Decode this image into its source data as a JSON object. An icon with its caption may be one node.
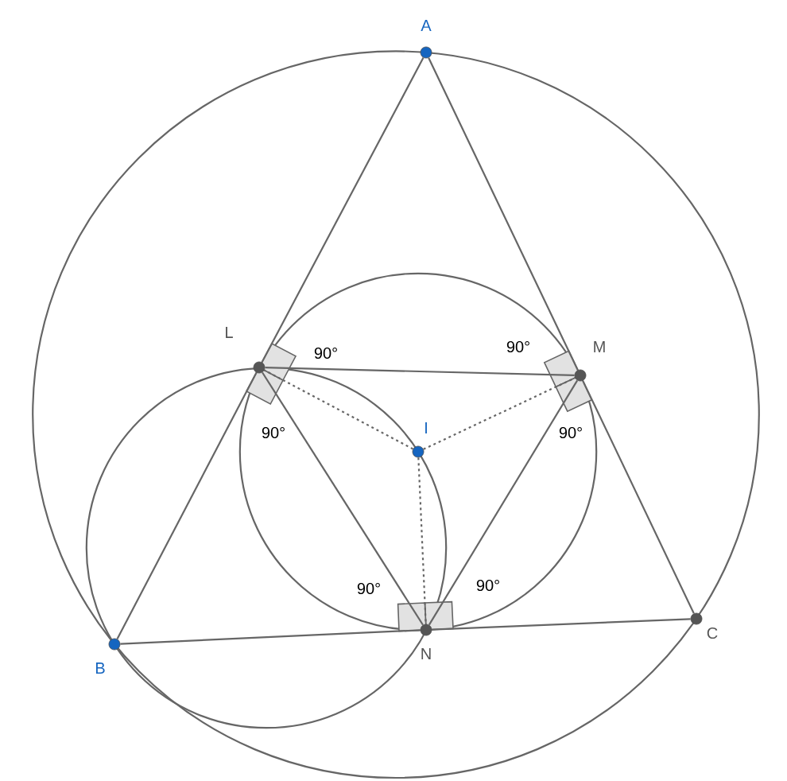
{
  "diagram": {
    "nodes": [
      {
        "text": [
          "A"
        ]
      },
      {
        "text": [
          "B"
        ]
      },
      {
        "text": [
          "C"
        ]
      },
      {
        "text": [
          "L"
        ]
      },
      {
        "text": [
          "M"
        ]
      },
      {
        "text": [
          "N"
        ]
      },
      {
        "text": [
          "I"
        ]
      }
    ],
    "edges": [
      {
        "from": 0,
        "to": 3,
        "arrow": "none"
      },
      {
        "from": 3,
        "to": 1,
        "arrow": "none"
      },
      {
        "from": 0,
        "to": 4,
        "arrow": "none"
      },
      {
        "from": 4,
        "to": 2,
        "arrow": "none"
      },
      {
        "from": 1,
        "to": 5,
        "arrow": "none"
      },
      {
        "from": 5,
        "to": 2,
        "arrow": "none"
      },
      {
        "from": 3,
        "to": 4,
        "arrow": "none"
      },
      {
        "from": 4,
        "to": 5,
        "arrow": "none"
      },
      {
        "from": 5,
        "to": 3,
        "arrow": "none"
      },
      {
        "from": 6,
        "to": 3,
        "arrow": "none",
        "style": "dashed"
      },
      {
        "from": 6,
        "to": 4,
        "arrow": "none",
        "style": "dashed"
      },
      {
        "from": 6,
        "to": 5,
        "arrow": "none",
        "style": "dashed"
      }
    ],
    "labels": [
      "90°",
      "90°",
      "90°",
      "90°",
      "90°",
      "90°"
    ]
  }
}
